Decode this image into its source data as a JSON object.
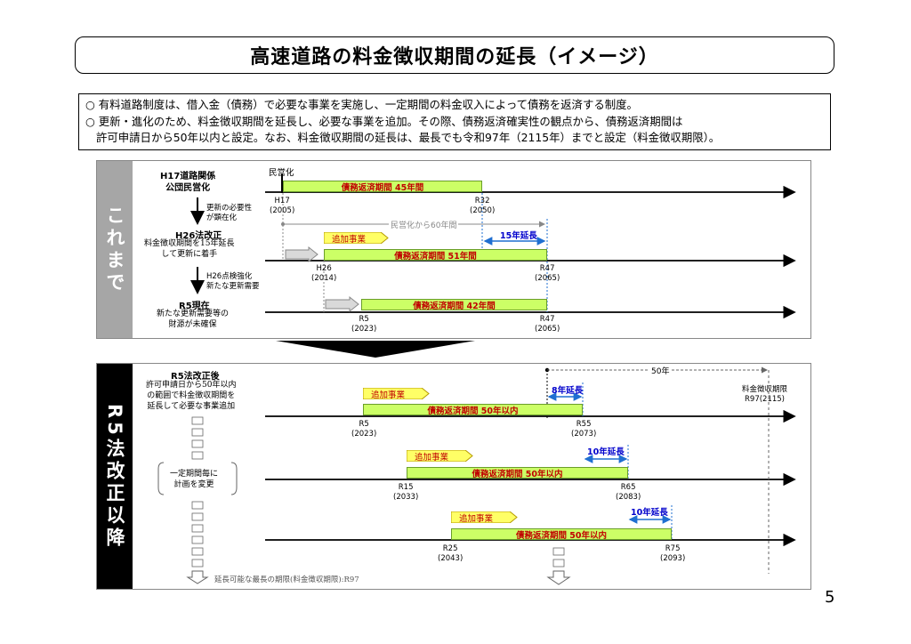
{
  "title": "高速道路の料金徴収期間の延長（イメージ）",
  "summary": {
    "line1": "○ 有料道路制度は、借入金（債務）で必要な事業を実施し、一定期間の料金収入によって債務を返済する制度。",
    "line2": "○ 更新・進化のため、料金徴収期間を延長し、必要な事業を追加。その際、債務返済確実性の観点から、債務返済期間は",
    "line3": "許可申請日から50年以内と設定。なお、料金徴収期間の延長は、最長でも令和97年（2115年）までと設定（料金徴収期限）。"
  },
  "panel_top": {
    "side_label": "これまで",
    "steps": {
      "h17_title": "H17道路関係\n公団民営化",
      "note1": "更新の必要性\nが顕在化",
      "h26_title": "H26法改正",
      "h26_desc": "料金徴収期間を15年延長\nして更新に着手",
      "note2": "H26点検強化\n新たな更新需要",
      "r5_title": "R5現在",
      "r5_desc": "新たな更新需要等の\n財源が未確保"
    },
    "privatization": "民営化",
    "row1": {
      "bar": "債務返済期間 45年間",
      "start": "H17\n(2005)",
      "end": "R32\n(2050)"
    },
    "sixty": "民営化から60年間",
    "row2": {
      "add": "追加事業",
      "ext": "15年延長",
      "bar": "債務返済期間 51年間",
      "start": "H26\n(2014)",
      "end": "R47\n(2065)"
    },
    "row3": {
      "bar": "債務返済期間 42年間",
      "start": "R5\n(2023)",
      "end": "R47\n(2065)"
    }
  },
  "panel_bottom": {
    "side_label": "R5法改正以降",
    "title": "R5法改正後",
    "desc": "許可申請日から50年以内\nの範囲で料金徴収期間を\n延長して必要な事業追加",
    "periodic": "一定期間毎に\n計画を変更",
    "fifty": "50年",
    "deadline": "料金徴収期限\nR97(2115)",
    "row1": {
      "add": "追加事業",
      "ext": "8年延長",
      "bar": "債務返済期間 50年以内",
      "start": "R5\n(2023)",
      "end": "R55\n(2073)"
    },
    "row2": {
      "add": "追加事業",
      "ext": "10年延長",
      "bar": "債務返済期間 50年以内",
      "start": "R15\n(2033)",
      "end": "R65\n(2083)"
    },
    "row3": {
      "add": "追加事業",
      "ext": "10年延長",
      "bar": "債務返済期間 50年以内",
      "start": "R25\n(2043)",
      "end": "R75\n(2093)"
    },
    "footnote": "延長可能な最長の期限(料金徴収期限):R97"
  },
  "page_number": "5",
  "colors": {
    "bar_fill": "#ccff66",
    "bar_text": "#c00000",
    "ext_text": "#0000cc",
    "tag_fill": "#ffff66"
  }
}
